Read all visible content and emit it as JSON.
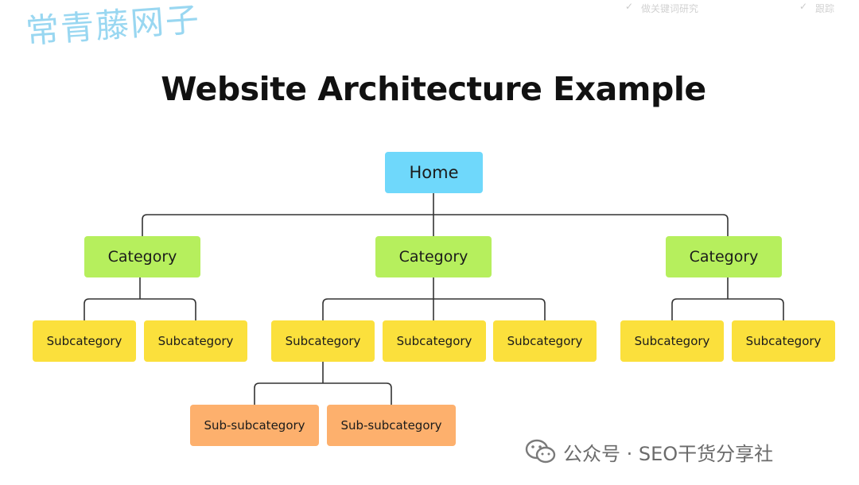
{
  "watermark": "常青藤网子",
  "ghost_bar": {
    "item1": "做关键词研究",
    "item2": "跟踪"
  },
  "title": "Website Architecture Example",
  "nodes": {
    "home": "Home",
    "category": "Category",
    "subcategory": "Subcategory",
    "sub_subcategory": "Sub-subcategory"
  },
  "footer": {
    "text": "公众号 · SEO干货分享社"
  },
  "colors": {
    "home": "#6fd8fb",
    "category": "#b6ef5d",
    "subcategory": "#fbe03c",
    "sub_subcategory": "#fdb06d",
    "connector": "#333333"
  }
}
